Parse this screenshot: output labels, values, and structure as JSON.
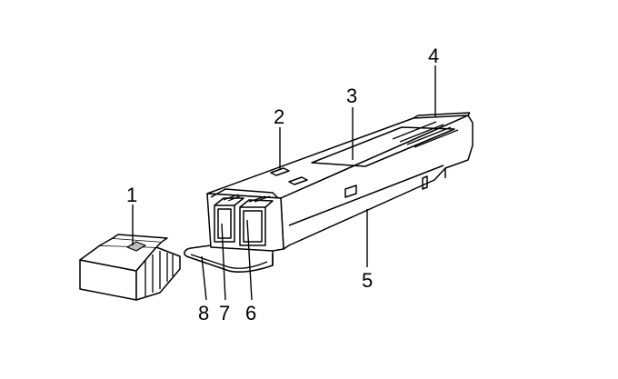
{
  "callouts": [
    {
      "label": "1"
    },
    {
      "label": "2"
    },
    {
      "label": "3"
    },
    {
      "label": "4"
    },
    {
      "label": "5"
    },
    {
      "label": "6"
    },
    {
      "label": "7"
    },
    {
      "label": "8"
    }
  ],
  "colors": {
    "line": "#000000",
    "background": "#ffffff",
    "shade": "#bdbdbd"
  }
}
